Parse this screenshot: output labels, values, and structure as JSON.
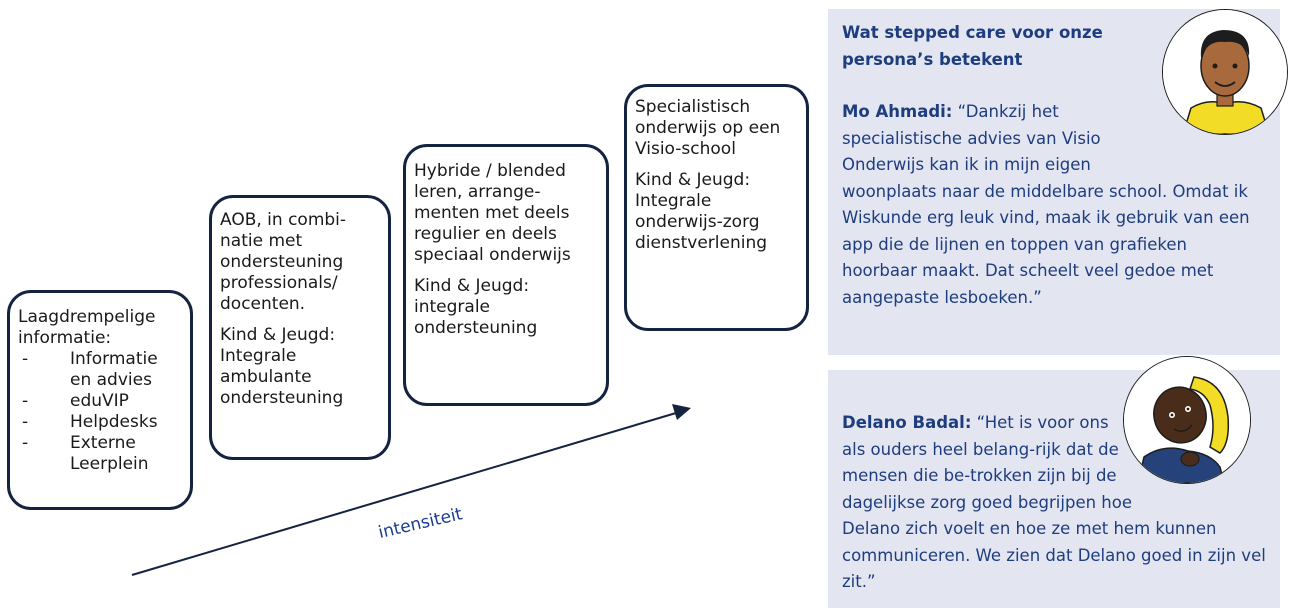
{
  "steps": [
    {
      "title": "Laagdrempelige informatie:",
      "items": [
        "Informatie en advies",
        "eduVIP",
        "Helpdesks",
        "Externe Leerplein"
      ]
    },
    {
      "p1": "AOB, in combi-natie met ondersteuning professionals/ docenten.",
      "p2": "Kind & Jeugd: Integrale ambulante ondersteuning"
    },
    {
      "p1": "Hybride / blended leren, arrange-menten met deels regulier en deels speciaal onderwijs",
      "p2": "Kind & Jeugd: integrale ondersteuning"
    },
    {
      "p1": "Specialistisch onderwijs op een Visio-school",
      "p2": "Kind & Jeugd: Integrale onderwijs-zorg dienstverlening"
    }
  ],
  "arrow_label": "intensiteit",
  "colors": {
    "box_border": "#14233f",
    "arrow": "#14233f",
    "panel_bg": "#e3e5f1",
    "panel_text": "#1d3d7e",
    "label": "#1a3d8f"
  },
  "panel_mo": {
    "heading": "Wat stepped care voor onze persona’s betekent",
    "name": "Mo Ahmadi:",
    "quote": " “Dankzij het specialistische advies van Visio Onderwijs kan ik in mijn eigen woonplaats naar de middelbare school. Omdat ik Wiskunde erg leuk vind, maak ik gebruik van een app die de lijnen en toppen van grafieken hoorbaar maakt. Dat scheelt veel gedoe met aangepaste lesboeken.”",
    "avatar_icon": "boy-portrait-icon"
  },
  "panel_delano": {
    "name": "Delano Badal:",
    "quote": " “Het is voor ons als ouders heel belang-rijk dat de mensen die be-trokken zijn bij de dagelijkse zorg goed begrijpen hoe Delano zich voelt en hoe ze met hem kunnen communiceren. We zien dat Delano goed in zijn vel zit.”",
    "avatar_icon": "boy-in-wheelchair-portrait-icon"
  }
}
